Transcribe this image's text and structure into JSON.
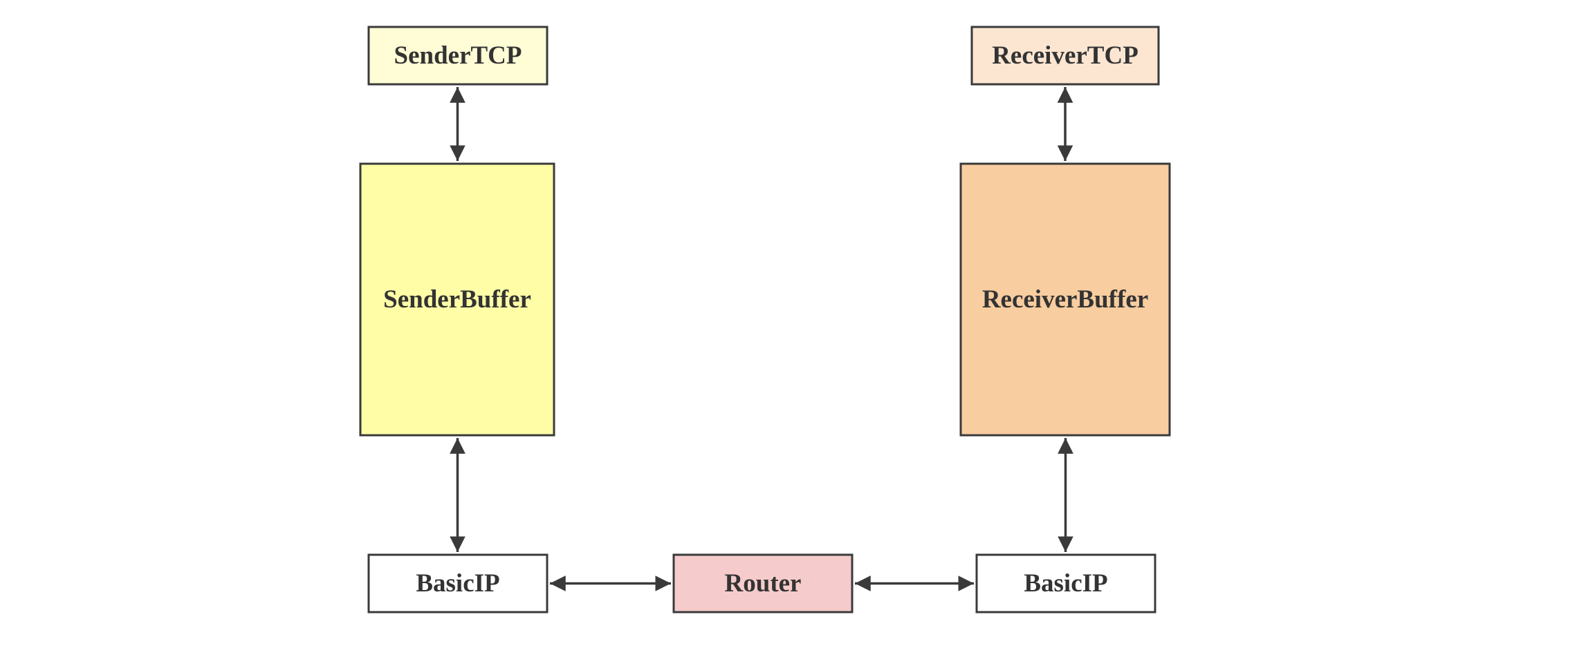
{
  "diagram": {
    "nodes": [
      {
        "id": "sender_tcp",
        "label": "SenderTCP",
        "fill": "#FFFDD6"
      },
      {
        "id": "sender_buffer",
        "label": "SenderBuffer",
        "fill": "#FFFDA6"
      },
      {
        "id": "sender_ip",
        "label": "BasicIP",
        "fill": "#FFFFFF"
      },
      {
        "id": "router",
        "label": "Router",
        "fill": "#F6CBCC"
      },
      {
        "id": "receiver_tcp",
        "label": "ReceiverTCP",
        "fill": "#FCE6D2"
      },
      {
        "id": "receiver_buffer",
        "label": "ReceiverBuffer",
        "fill": "#F8CD9F"
      },
      {
        "id": "receiver_ip",
        "label": "BasicIP",
        "fill": "#FFFFFF"
      }
    ],
    "edges": [
      {
        "from": "sender_tcp",
        "to": "sender_buffer",
        "direction": "both"
      },
      {
        "from": "sender_buffer",
        "to": "sender_ip",
        "direction": "both"
      },
      {
        "from": "sender_ip",
        "to": "router",
        "direction": "both"
      },
      {
        "from": "router",
        "to": "receiver_ip",
        "direction": "both"
      },
      {
        "from": "receiver_tcp",
        "to": "receiver_buffer",
        "direction": "both"
      },
      {
        "from": "receiver_buffer",
        "to": "receiver_ip",
        "direction": "both"
      }
    ]
  }
}
